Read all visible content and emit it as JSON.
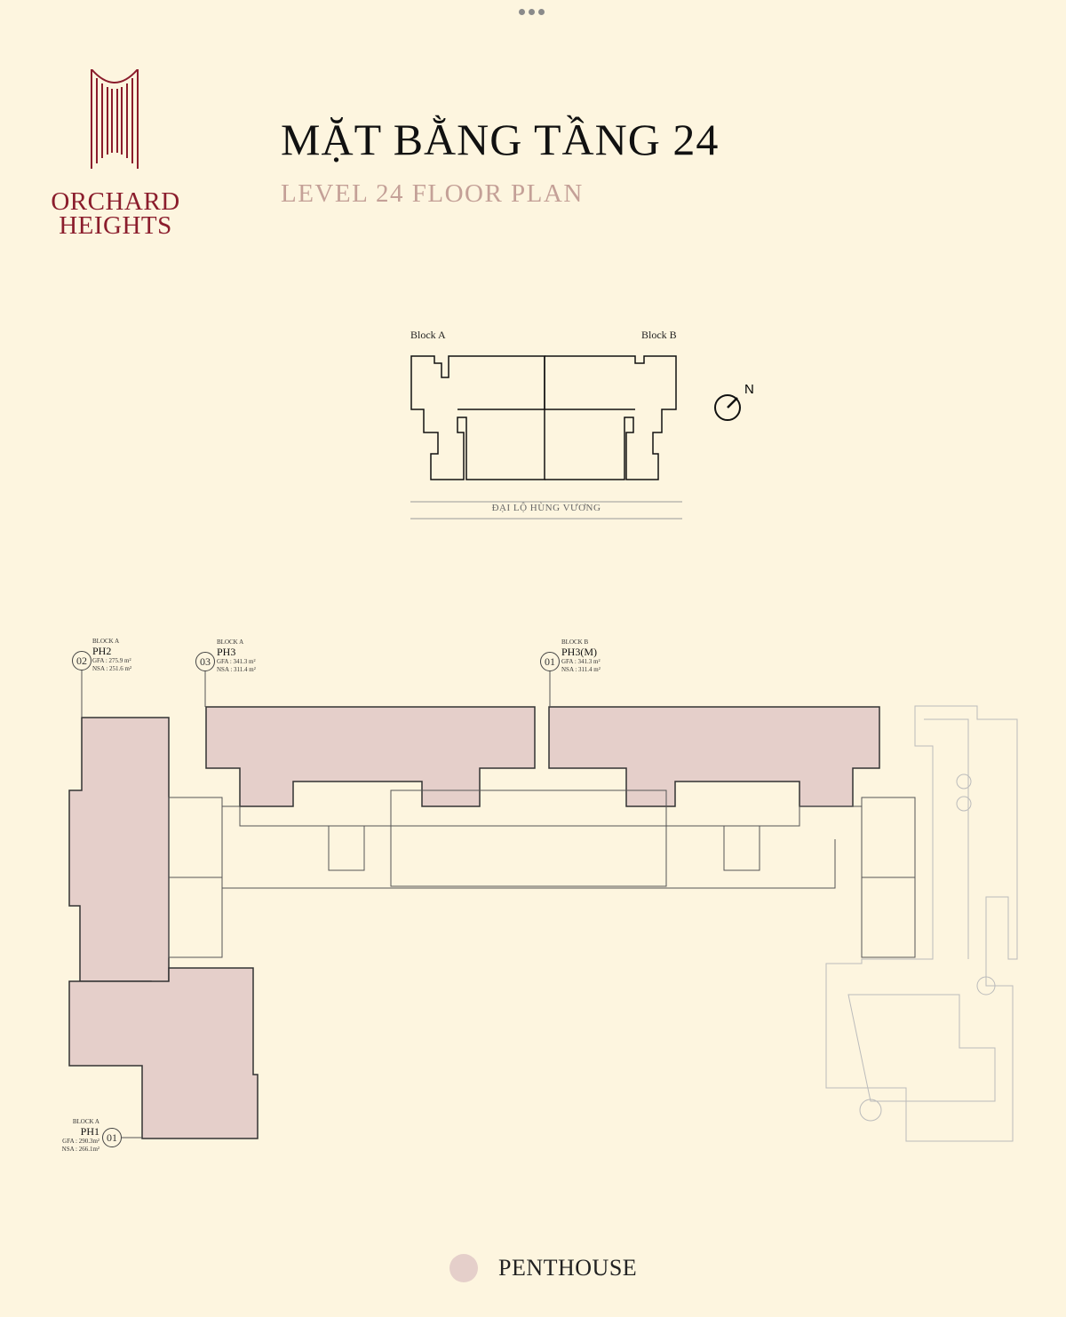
{
  "brand": {
    "line1": "ORCHARD",
    "line2": "HEIGHTS",
    "color": "#8b1d2c"
  },
  "header": {
    "title": "MẶT BẰNG TẦNG 24",
    "subtitle": "LEVEL 24 FLOOR PLAN"
  },
  "keyplan": {
    "block_a": "Block A",
    "block_b": "Block B",
    "road": "ĐẠI LỘ HÙNG VƯƠNG",
    "north": "N"
  },
  "units": [
    {
      "number": "02",
      "block": "BLOCK A",
      "name": "PH2",
      "gfa": "GFA : 275.9 m²",
      "nsa": "NSA : 251.6 m²"
    },
    {
      "number": "03",
      "block": "BLOCK A",
      "name": "PH3",
      "gfa": "GFA : 341.3 m²",
      "nsa": "NSA : 311.4 m²"
    },
    {
      "number": "01",
      "block": "BLOCK B",
      "name": "PH3(M)",
      "gfa": "GFA : 341.3 m²",
      "nsa": "NSA : 311.4 m²"
    },
    {
      "number": "01",
      "block": "BLOCK A",
      "name": "PH1",
      "gfa": "GFA : 290.3m²",
      "nsa": "NSA : 266.1m²"
    }
  ],
  "legend": {
    "label": "PENTHOUSE",
    "color": "#e5cfca"
  }
}
